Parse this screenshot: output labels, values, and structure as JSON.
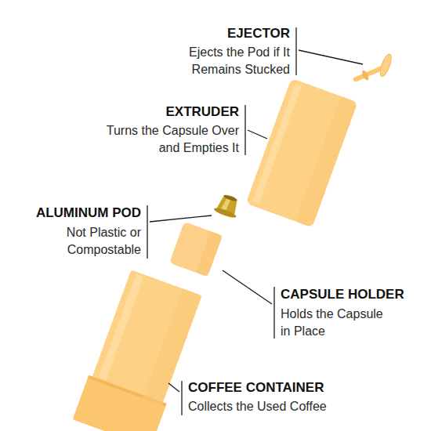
{
  "diagram": {
    "labels": [
      "EJECTOR",
      "Ejects the Pod if It Remains Stucked",
      "EXTRUDER",
      "Turns the Capsule Over and Empties It",
      "ALUMINUM POD",
      "Not Plastic or Compostable",
      "CAPSULE HOLDER",
      "Holds the Capsule in Place",
      "COFFEE CONTAINER",
      "Collects the Used Coffee"
    ]
  }
}
